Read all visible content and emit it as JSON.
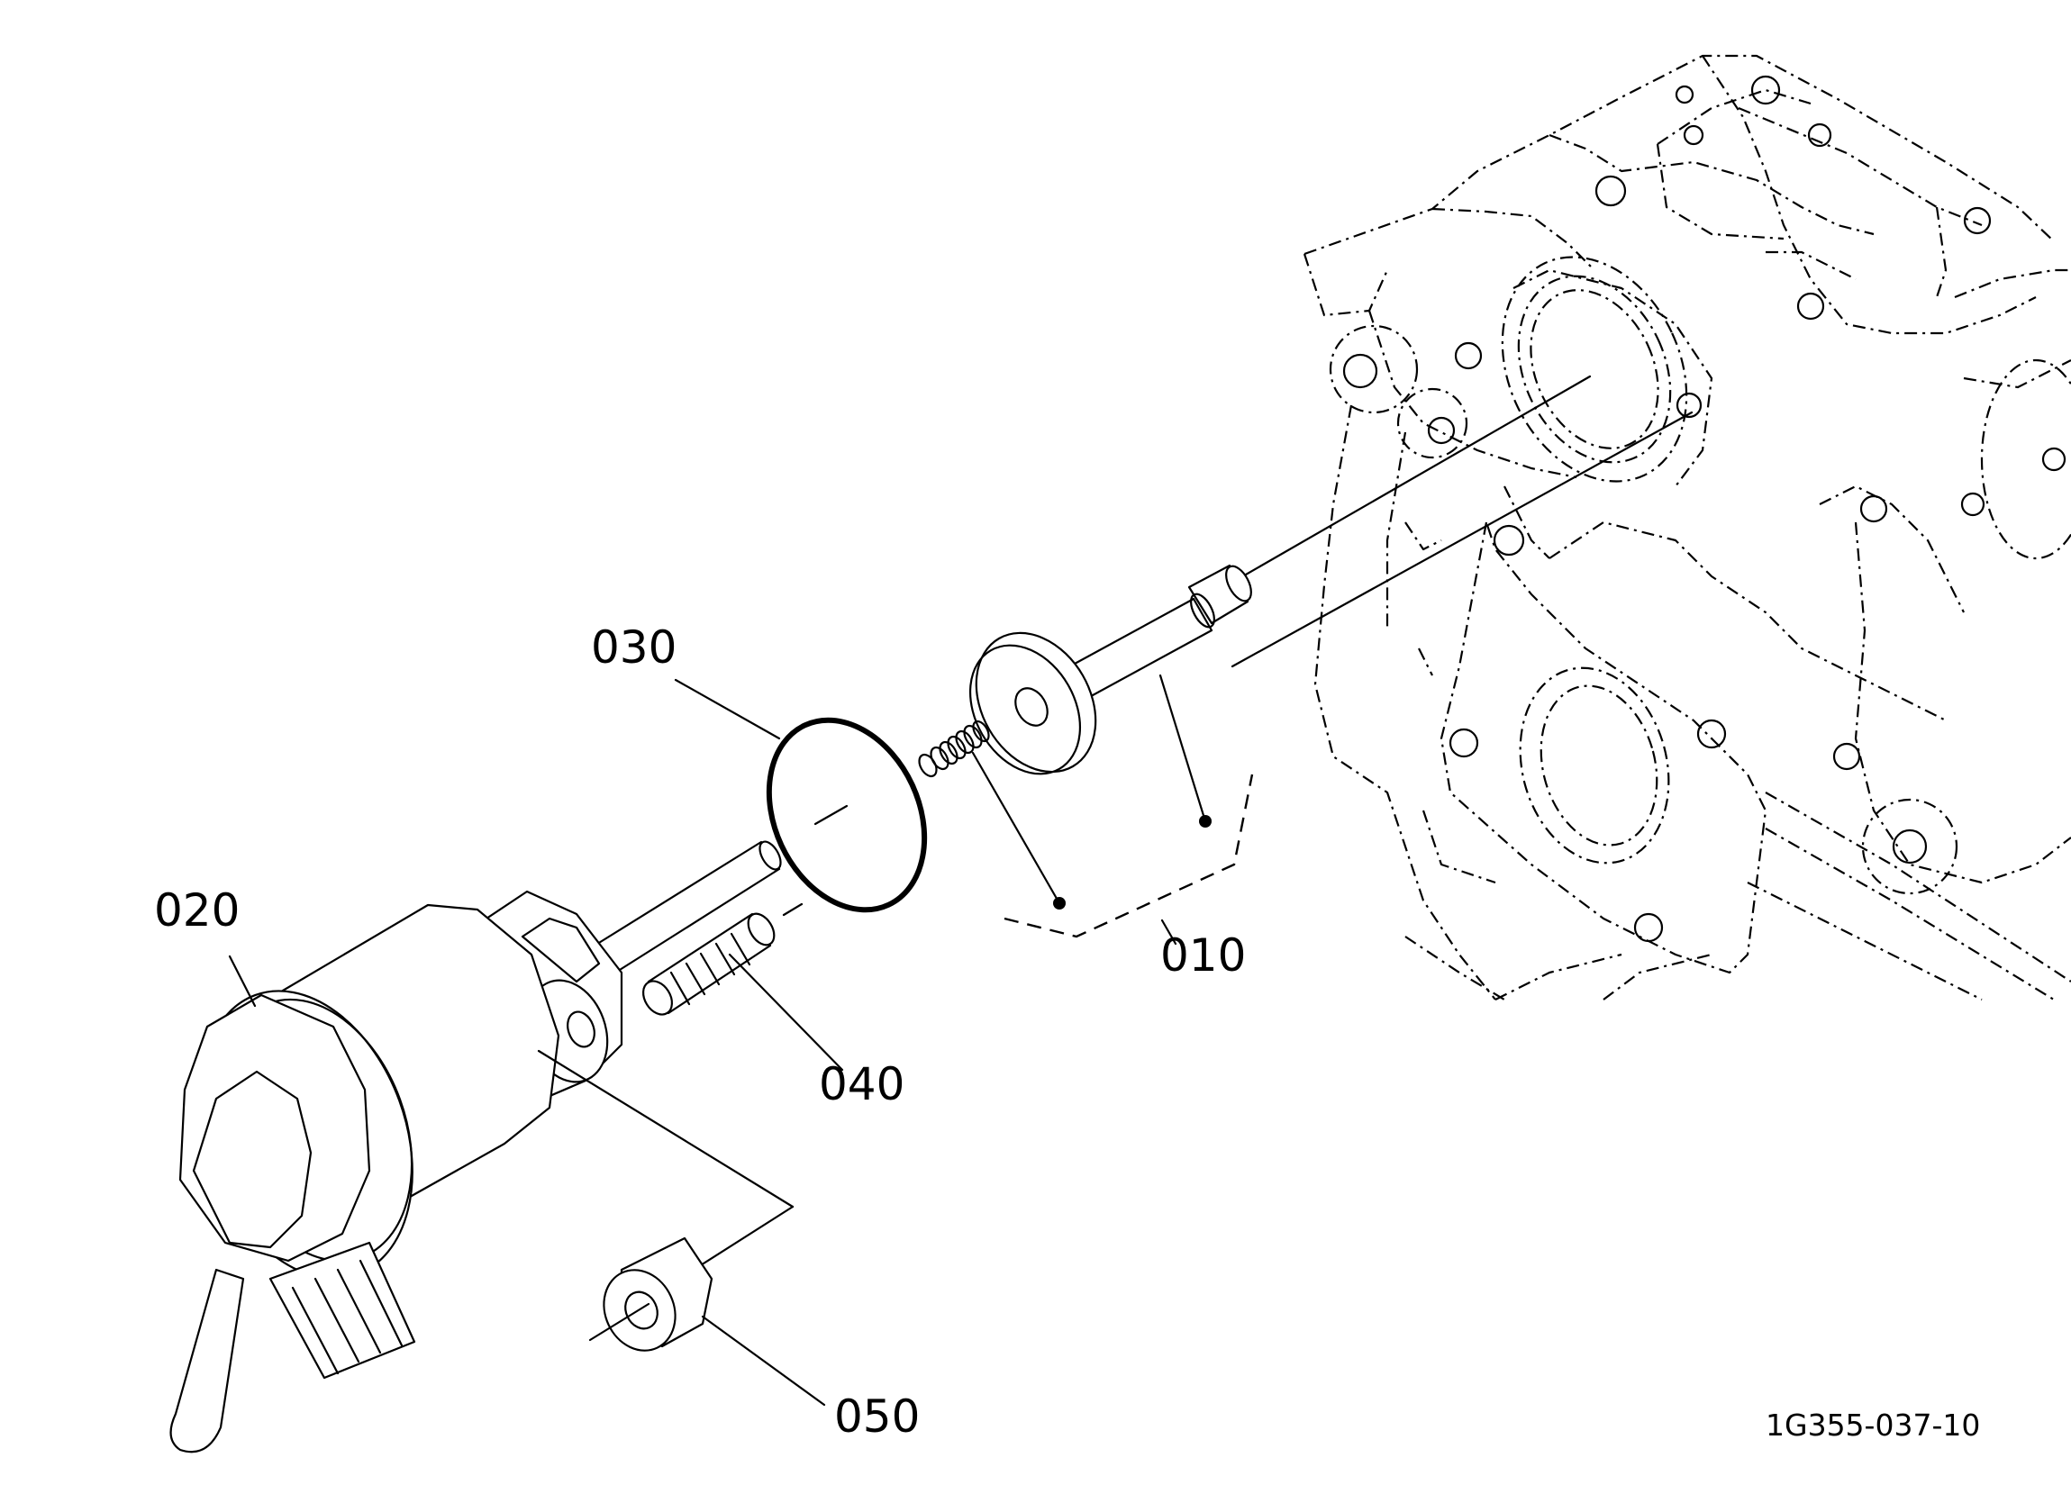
{
  "diagram": {
    "callouts": {
      "c010": "010",
      "c020": "020",
      "c030": "030",
      "c040": "040",
      "c050": "050"
    },
    "diagram_id": "1G355-037-10"
  }
}
